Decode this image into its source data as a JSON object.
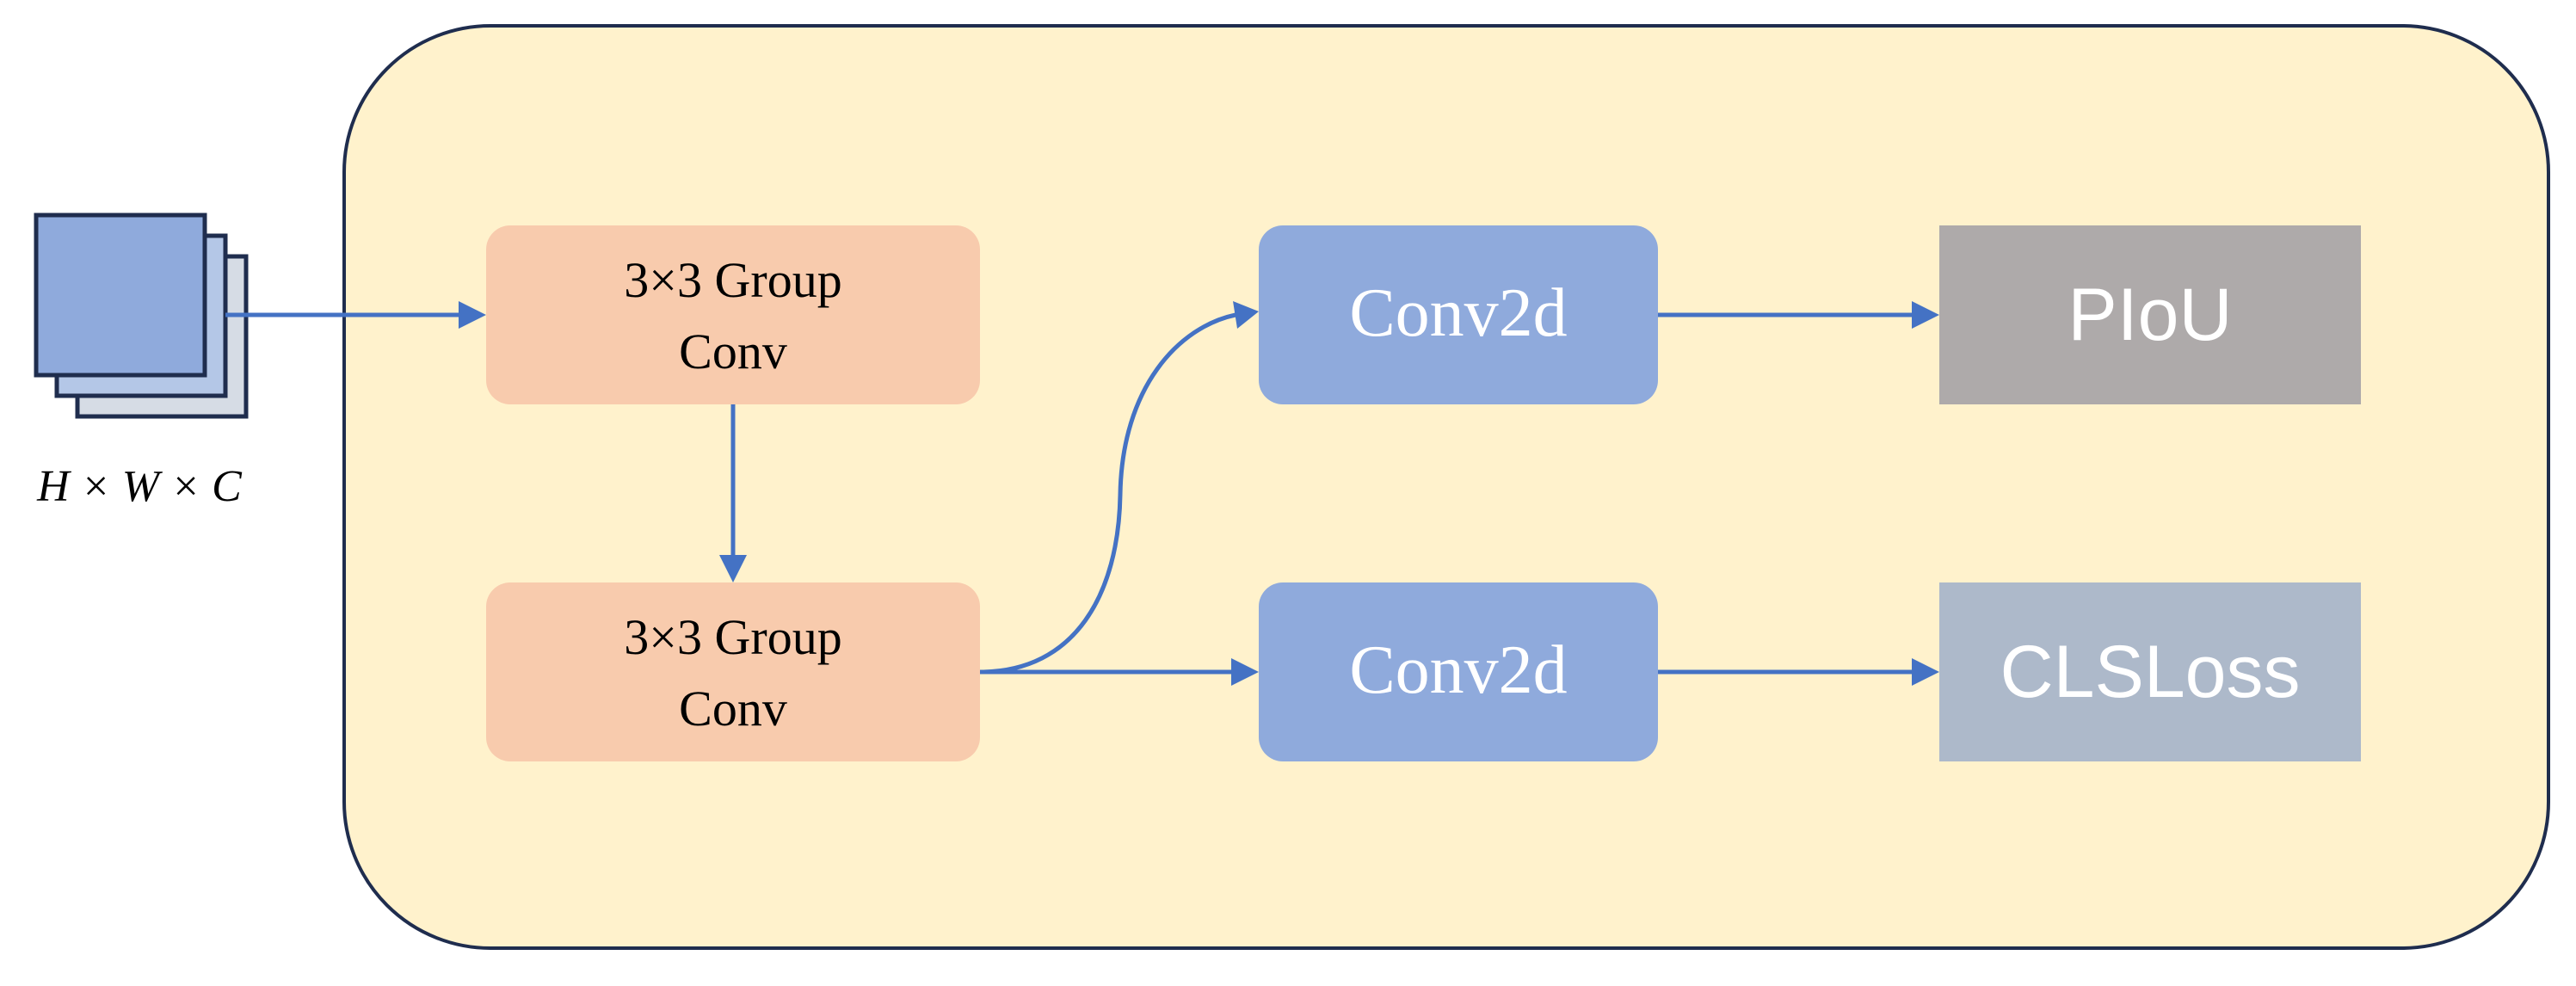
{
  "input": {
    "label": "H × W × C",
    "colors": {
      "front": "#8faadc",
      "middle": "#b4c7e7",
      "back": "#d6dce5",
      "border": "#1f2d4e"
    }
  },
  "container": {
    "fill": "#fff2cc",
    "border": "#1f2d4e"
  },
  "blocks": {
    "group_conv_1": {
      "line1": "3×3 Group",
      "line2": "Conv",
      "fill": "#f8cbad"
    },
    "group_conv_2": {
      "line1": "3×3 Group",
      "line2": "Conv",
      "fill": "#f8cbad"
    },
    "conv2d_top": {
      "label": "Conv2d",
      "fill": "#8faadc"
    },
    "conv2d_bottom": {
      "label": "Conv2d",
      "fill": "#8faadc"
    },
    "piou": {
      "label": "PIoU",
      "fill": "#aeaaaa"
    },
    "clsloss": {
      "label": "CLSLoss",
      "fill": "#adb9ca"
    }
  },
  "arrow_color": "#4472c4"
}
